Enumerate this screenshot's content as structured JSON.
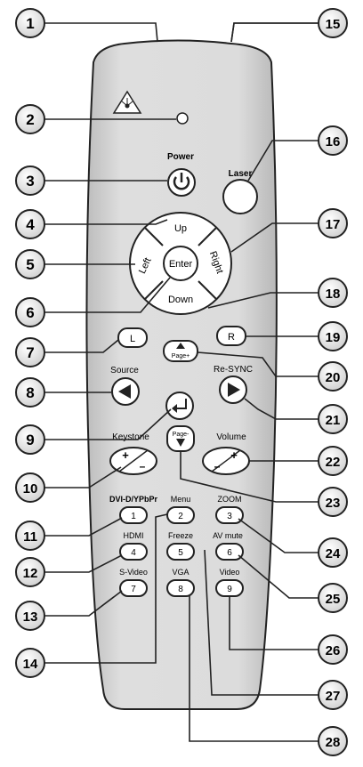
{
  "callouts": [
    "1",
    "2",
    "3",
    "4",
    "5",
    "6",
    "7",
    "8",
    "9",
    "10",
    "11",
    "12",
    "13",
    "14",
    "15",
    "16",
    "17",
    "18",
    "19",
    "20",
    "21",
    "22",
    "23",
    "24",
    "25",
    "26",
    "27",
    "28"
  ],
  "labels": {
    "power": "Power",
    "laser": "Laser",
    "up": "Up",
    "down": "Down",
    "left": "Left",
    "right": "Right",
    "enter": "Enter",
    "l": "L",
    "r": "R",
    "page_up": "Page+",
    "page_down": "Page-",
    "source": "Source",
    "resync": "Re-SYNC",
    "keystone": "Keystone",
    "volume": "Volume",
    "plus": "+",
    "minus": "–",
    "dvi": "DVI-D/YPbPr",
    "menu": "Menu",
    "zoom": "ZOOM",
    "hdmi": "HDMI",
    "freeze": "Freeze",
    "avmute": "AV mute",
    "svideo": "S-Video",
    "vga": "VGA",
    "video": "Video",
    "k1": "1",
    "k2": "2",
    "k3": "3",
    "k4": "4",
    "k5": "5",
    "k6": "6",
    "k7": "7",
    "k8": "8",
    "k9": "9"
  },
  "icons": {
    "laser_warning": "laser-warning-icon",
    "power": "power-icon",
    "enter": "return-arrow-icon"
  },
  "colors": {
    "remote_body": "#d4d4d4",
    "callout_fill": "#efefef",
    "outline": "#222222"
  }
}
